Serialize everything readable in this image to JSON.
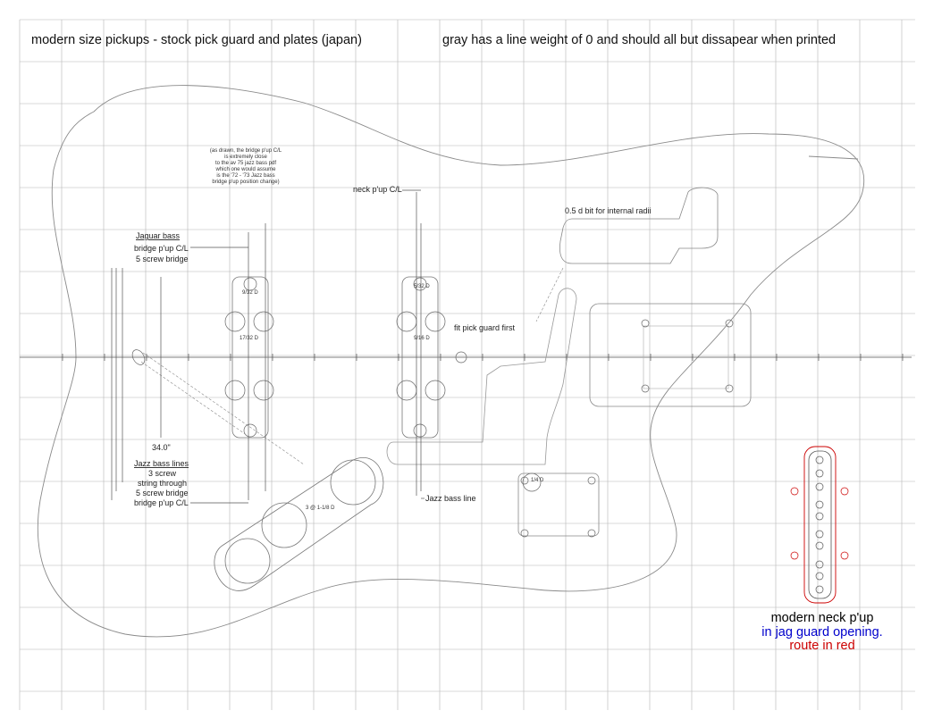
{
  "header": {
    "left_title": "modern size pickups - stock pick guard and plates (japan)",
    "right_title": "gray has a line weight of 0 and should all but dissapear when printed"
  },
  "notes": {
    "drawn_note": [
      "(as drawn, the bridge p'up C/L",
      "is extremely close",
      "to the av 75 jazz bass pdf",
      "which one would assume",
      "is the '72 - '73 Jazz bass",
      "bridge p'up position change)"
    ],
    "neck_pup_cl": "neck p'up C/L",
    "bit_radii": "0.5 d bit for internal radii",
    "jaguar_bass": "Jaguar bass",
    "jag_bridge_cl": "bridge p'up C/L",
    "jag_5screw": "5 screw bridge",
    "fit_guard": "fit pick guard first",
    "scale": "34.0\"",
    "jazz_bass_lines": "Jazz bass lines",
    "three_screw": "3 screw",
    "string_through": "string through",
    "jazz_5screw": "5 screw bridge",
    "jazz_bridge_cl": "bridge p'up C/L",
    "jazz_bass_line": "Jazz bass line",
    "knobs": "3 @ 1-1/8 D",
    "dim_9_32": "9/32 D",
    "dim_17_32": "17/32 D",
    "dim_5_32": "5/32 D",
    "dim_9_16": "9/16 D",
    "dim_1_4": "1/4 D"
  },
  "legend": {
    "line1": "modern neck p'up",
    "line2": "in jag guard opening.",
    "line3": "route in red",
    "colors": {
      "line1": "#000000",
      "line2": "#0000cc",
      "line3": "#cc0000"
    }
  }
}
